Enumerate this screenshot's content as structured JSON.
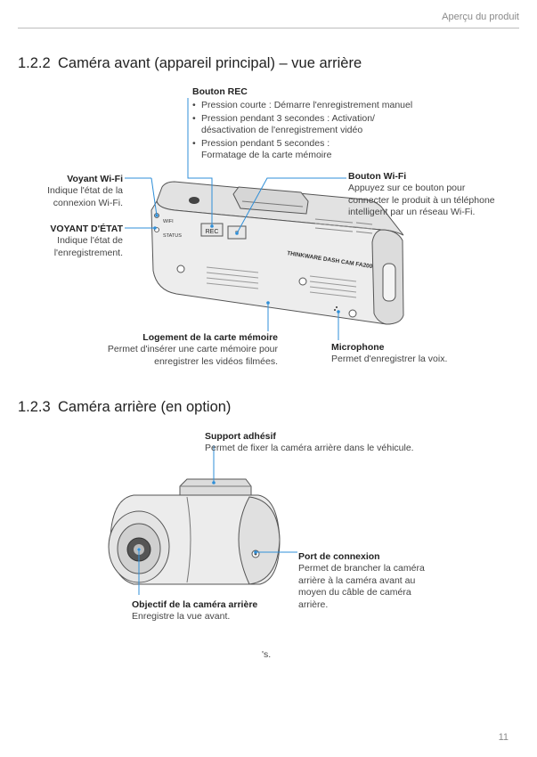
{
  "header": {
    "title": "Aperçu du produit"
  },
  "section1": {
    "number": "1.2.2",
    "title": "Caméra avant (appareil principal) – vue arrière",
    "rec_button": {
      "label": "Bouton REC",
      "bullets": [
        "Pression courte : Démarre l'enregistrement manuel",
        "Pression pendant 3 secondes : Activation/ désactivation de l'enregistrement vidéo",
        "Pression pendant 5 secondes : Formatage de la carte mémoire"
      ]
    },
    "wifi_led": {
      "label": "Voyant Wi-Fi",
      "desc": "Indique l'état de la connexion Wi-Fi."
    },
    "status_led": {
      "label": "VOYANT D'ÉTAT",
      "desc": "Indique l'état de l'enregistrement."
    },
    "wifi_button": {
      "label": "Bouton Wi-Fi",
      "desc": "Appuyez sur ce bouton pour connecter le produit à un téléphone intelligent par un réseau Wi-Fi."
    },
    "card_slot": {
      "label": "Logement de la carte mémoire",
      "desc": "Permet d'insérer une carte mémoire pour enregistrer les vidéos filmées."
    },
    "microphone": {
      "label": "Microphone",
      "desc": "Permet d'enregistrer la voix."
    },
    "device_markings": {
      "wifi": "WIFI",
      "status": "STATUS",
      "rec": "REC",
      "brand": "THINKWARE DASH CAM FA200"
    }
  },
  "section2": {
    "number": "1.2.3",
    "title": "Caméra arrière (en option)",
    "mount": {
      "label": "Support adhésif",
      "desc": "Permet de fixer la caméra arrière dans le véhicule."
    },
    "port": {
      "label": "Port de connexion",
      "desc": "Permet de brancher la caméra arrière à la caméra avant au moyen du câble de caméra arrière."
    },
    "lens": {
      "label": "Objectif de la caméra arrière",
      "desc": "Enregistre la vue avant."
    },
    "stray_text": "'s."
  },
  "footer": {
    "page_number": "11"
  },
  "colors": {
    "callout_line": "#2f8fd8",
    "text": "#333333",
    "rule": "#bdbdbd"
  }
}
